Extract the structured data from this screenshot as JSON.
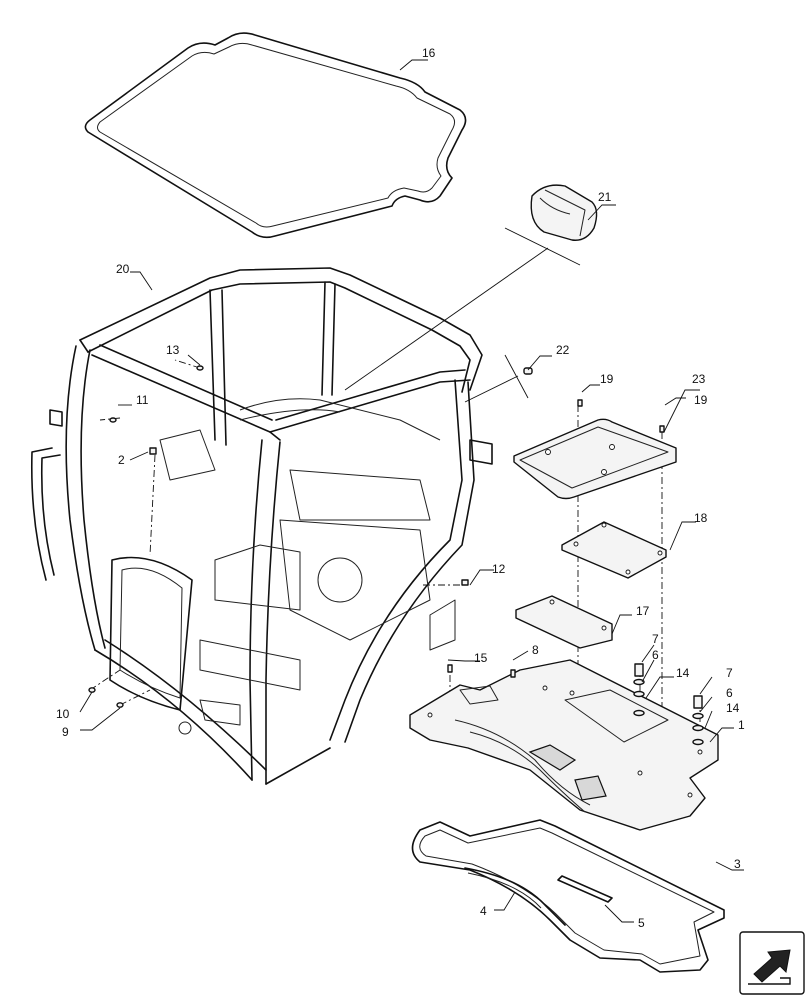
{
  "callouts": [
    {
      "id": "c1",
      "label": "1"
    },
    {
      "id": "c2",
      "label": "2"
    },
    {
      "id": "c3",
      "label": "3"
    },
    {
      "id": "c4",
      "label": "4"
    },
    {
      "id": "c5",
      "label": "5"
    },
    {
      "id": "c6a",
      "label": "6"
    },
    {
      "id": "c6b",
      "label": "6"
    },
    {
      "id": "c7a",
      "label": "7"
    },
    {
      "id": "c7b",
      "label": "7"
    },
    {
      "id": "c8",
      "label": "8"
    },
    {
      "id": "c9",
      "label": "9"
    },
    {
      "id": "c10",
      "label": "10"
    },
    {
      "id": "c11",
      "label": "11"
    },
    {
      "id": "c12",
      "label": "12"
    },
    {
      "id": "c13",
      "label": "13"
    },
    {
      "id": "c14a",
      "label": "14"
    },
    {
      "id": "c14b",
      "label": "14"
    },
    {
      "id": "c15",
      "label": "15"
    },
    {
      "id": "c16",
      "label": "16"
    },
    {
      "id": "c17",
      "label": "17"
    },
    {
      "id": "c18",
      "label": "18"
    },
    {
      "id": "c19a",
      "label": "19"
    },
    {
      "id": "c19b",
      "label": "19"
    },
    {
      "id": "c20",
      "label": "20"
    },
    {
      "id": "c21",
      "label": "21"
    },
    {
      "id": "c22",
      "label": "22"
    },
    {
      "id": "c23",
      "label": "23"
    }
  ],
  "icons": {
    "nav": "next-page-arrow-icon"
  }
}
